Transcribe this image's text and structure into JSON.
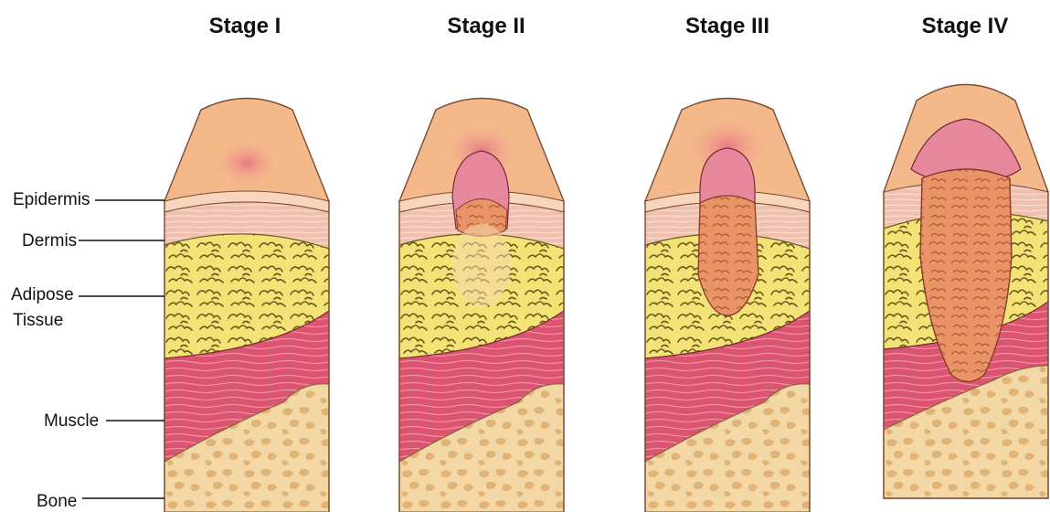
{
  "stages": [
    {
      "title": "Stage I"
    },
    {
      "title": "Stage II"
    },
    {
      "title": "Stage III"
    },
    {
      "title": "Stage IV"
    }
  ],
  "layers": {
    "epidermis": "Epidermis",
    "dermis": "Dermis",
    "adipose_line1": "Adipose",
    "adipose_line2": "Tissue",
    "muscle": "Muscle",
    "bone": "Bone"
  },
  "colors": {
    "skin_top": "#f4b98b",
    "epidermis": "#f6cfb3",
    "dermis": "#f1b9a7",
    "adipose": "#f3e275",
    "adipose_line": "#6b5a1e",
    "muscle": "#dc5470",
    "bone": "#f3d8a6",
    "bone_hole": "#e3b87c",
    "wound_pink": "#e06a86",
    "wound_bed": "#e89466",
    "outline": "#5a3a2a"
  }
}
